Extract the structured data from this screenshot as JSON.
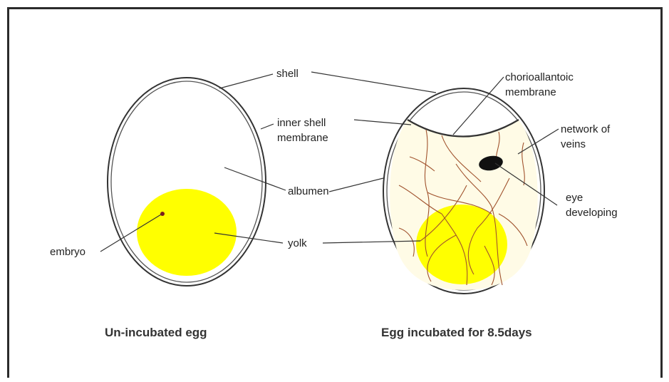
{
  "labels": {
    "shell": "shell",
    "inner_shell_line1": "inner shell",
    "inner_shell_line2": "membrane",
    "albumen": "albumen",
    "yolk": "yolk",
    "embryo": "embryo",
    "chorio_line1": "chorioallantoic",
    "chorio_line2": "membrane",
    "network_line1": "network of",
    "network_line2": "veins",
    "eye_line1": "eye",
    "eye_line2": "developing"
  },
  "captions": {
    "left": "Un-incubated egg",
    "right": "Egg incubated for 8.5days"
  },
  "colors": {
    "yolk": "#ffff00",
    "albumen_incubated": "#fffbe6",
    "veins": "#a0522d",
    "eye": "#000000"
  }
}
